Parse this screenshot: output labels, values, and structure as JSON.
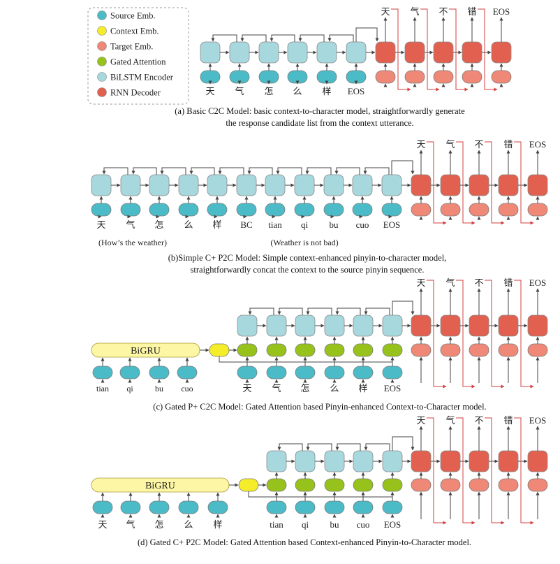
{
  "colors": {
    "source": "#4bbcc7",
    "context": "#f5ec2a",
    "target": "#ef8876",
    "gated": "#97c21c",
    "encoder": "#a7d8de",
    "decoder": "#e2604f",
    "bigru": "#fdf6a4",
    "arrow": "#444444",
    "decoder_arrow": "#d33f3f"
  },
  "legend": [
    {
      "icon": "source-emb-icon",
      "color": "#4bbcc7",
      "label": "Source Emb."
    },
    {
      "icon": "context-emb-icon",
      "color": "#f5ec2a",
      "label": "Context Emb."
    },
    {
      "icon": "target-emb-icon",
      "color": "#ef8876",
      "label": "Target Emb."
    },
    {
      "icon": "gated-attention-icon",
      "color": "#97c21c",
      "label": "Gated Attention"
    },
    {
      "icon": "bilstm-encoder-icon",
      "color": "#a7d8de",
      "label": "BiLSTM Encoder"
    },
    {
      "icon": "rnn-decoder-icon",
      "color": "#e2604f",
      "label": "RNN Decoder"
    }
  ],
  "panels": [
    {
      "id": "a",
      "decoder_outputs": [
        "天",
        "气",
        "不",
        "错",
        "EOS"
      ],
      "encoder_inputs": [
        "天",
        "气",
        "怎",
        "么",
        "样",
        "EOS"
      ],
      "caption": [
        "(a) Basic C2C Model: basic context-to-character model,  straightforwardly generate",
        "the response candidate list from the context utterance."
      ]
    },
    {
      "id": "b",
      "decoder_outputs": [
        "天",
        "气",
        "不",
        "错",
        "EOS"
      ],
      "encoder_inputs": [
        "天",
        "气",
        "怎",
        "么",
        "样",
        "BC",
        "tian",
        "qi",
        "bu",
        "cuo",
        "EOS"
      ],
      "glosses": [
        "(How’s the weather)",
        "(Weather is not bad)"
      ],
      "caption": [
        "(b)Simple C+ P2C Model: Simple context-enhanced pinyin-to-character model,",
        "straightforwardly concat the context to the source pinyin sequence."
      ]
    },
    {
      "id": "c",
      "bigru_label": "BiGRU",
      "bigru_inputs": [
        "tian",
        "qi",
        "bu",
        "cuo"
      ],
      "decoder_outputs": [
        "天",
        "气",
        "不",
        "错",
        "EOS"
      ],
      "encoder_inputs": [
        "天",
        "气",
        "怎",
        "么",
        "样",
        "EOS"
      ],
      "caption": [
        "(c) Gated P+ C2C Model: Gated Attention based Pinyin-enhanced Context-to-Character model."
      ]
    },
    {
      "id": "d",
      "bigru_label": "BiGRU",
      "bigru_inputs": [
        "天",
        "气",
        "怎",
        "么",
        "样"
      ],
      "decoder_outputs": [
        "天",
        "气",
        "不",
        "错",
        "EOS"
      ],
      "encoder_inputs": [
        "tian",
        "qi",
        "bu",
        "cuo",
        "EOS"
      ],
      "caption": [
        "(d) Gated C+ P2C Model: Gated Attention based Context-enhanced Pinyin-to-Character model."
      ]
    }
  ]
}
